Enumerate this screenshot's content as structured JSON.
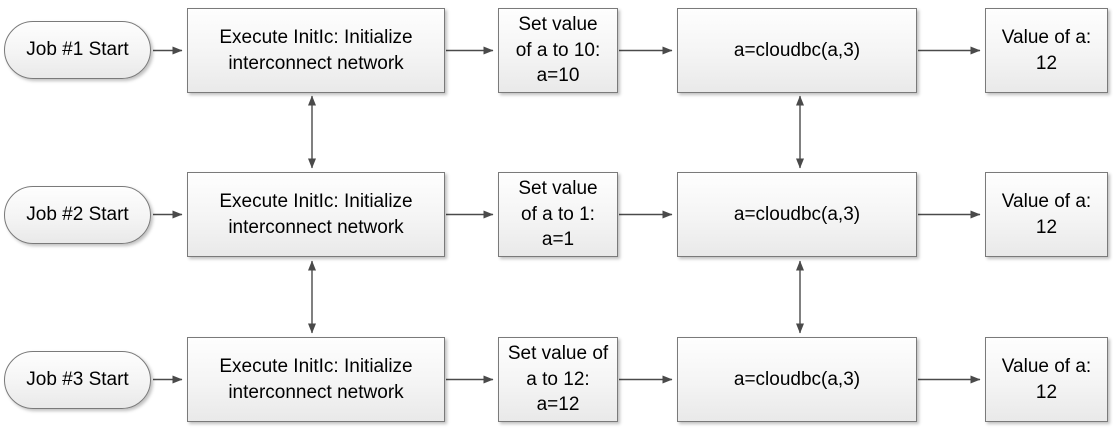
{
  "diagram": {
    "type": "flowchart",
    "rows": [
      {
        "start": {
          "label": "Job #1 Start"
        },
        "init": {
          "lines": [
            "Execute InitIc: Initialize",
            "interconnect network"
          ]
        },
        "set": {
          "lines": [
            "Set value",
            "of a to 10:",
            "a=10"
          ]
        },
        "compute": {
          "label": "a=cloudbc(a,3)"
        },
        "result": {
          "lines": [
            "Value of a:",
            "12"
          ]
        }
      },
      {
        "start": {
          "label": "Job #2 Start"
        },
        "init": {
          "lines": [
            "Execute InitIc: Initialize",
            "interconnect network"
          ]
        },
        "set": {
          "lines": [
            "Set value",
            "of a to 1:",
            "a=1"
          ]
        },
        "compute": {
          "label": "a=cloudbc(a,3)"
        },
        "result": {
          "lines": [
            "Value of a:",
            "12"
          ]
        }
      },
      {
        "start": {
          "label": "Job #3 Start"
        },
        "init": {
          "lines": [
            "Execute InitIc: Initialize",
            "interconnect network"
          ]
        },
        "set": {
          "lines": [
            "Set value of",
            "a to 12:",
            "a=12"
          ]
        },
        "compute": {
          "label": "a=cloudbc(a,3)"
        },
        "result": {
          "lines": [
            "Value of a:",
            "12"
          ]
        }
      }
    ],
    "connectors": {
      "horizontal_per_row": [
        "start→init",
        "init→set",
        "set→compute",
        "compute→result"
      ],
      "vertical_double_arrows": [
        "init row1↔row2",
        "init row2↔row3",
        "compute row1↔row2",
        "compute row2↔row3"
      ]
    },
    "colors": {
      "background": "#ffffff",
      "shape_border": "#7a7a7a",
      "shape_fill_top": "#fefefe",
      "shape_fill_bottom": "#e9e9e9",
      "arrow": "#4a4a4a",
      "text": "#000000"
    }
  }
}
